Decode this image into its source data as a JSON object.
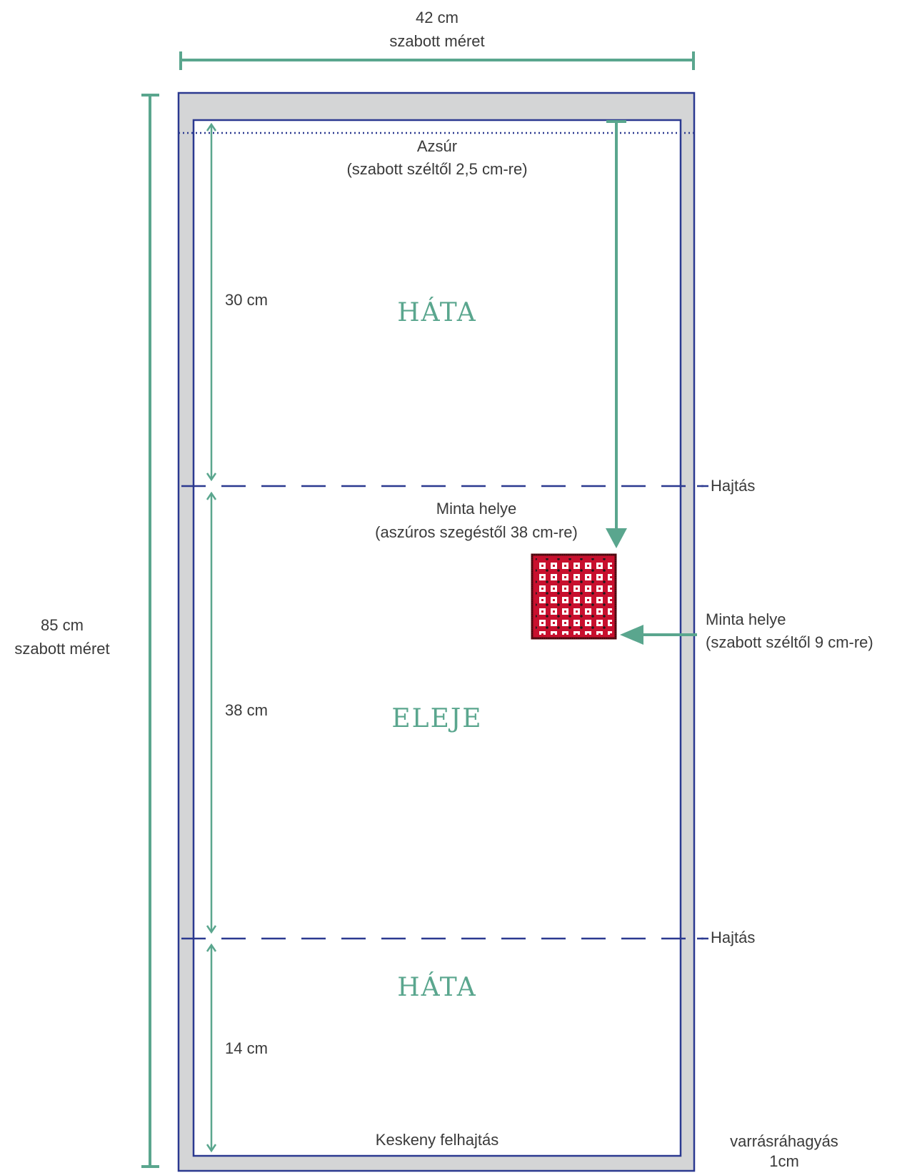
{
  "colors": {
    "dimension_line": "#5aa68e",
    "outline": "#2b3990",
    "seam_allowance_fill": "#d4d5d6",
    "pattern_red": "#c8102e",
    "section_text": "#5aa68e"
  },
  "width_dimension": {
    "value": "42 cm",
    "caption": "szabott méret"
  },
  "height_dimension": {
    "value": "85 cm",
    "caption": "szabott méret"
  },
  "azsur": {
    "title": "Azsúr",
    "note": "(szabott széltől 2,5 cm-re)"
  },
  "sections": {
    "top": "HÁTA",
    "middle": "ELEJE",
    "bottom": "HÁTA"
  },
  "segments": {
    "top": "30 cm",
    "middle": "38 cm",
    "bottom": "14 cm"
  },
  "folds": {
    "label_1": "Hajtás",
    "label_2": "Hajtás"
  },
  "pattern_position_top": {
    "title": "Minta helye",
    "note": "(aszúros szegéstől 38 cm-re)"
  },
  "pattern_position_side": {
    "title": "Minta helye",
    "note": "(szabott széltől 9 cm-re)"
  },
  "bottom_hem": "Keskeny felhajtás",
  "seam_allowance": {
    "label": "varrásráhagyás",
    "value": "1cm"
  }
}
